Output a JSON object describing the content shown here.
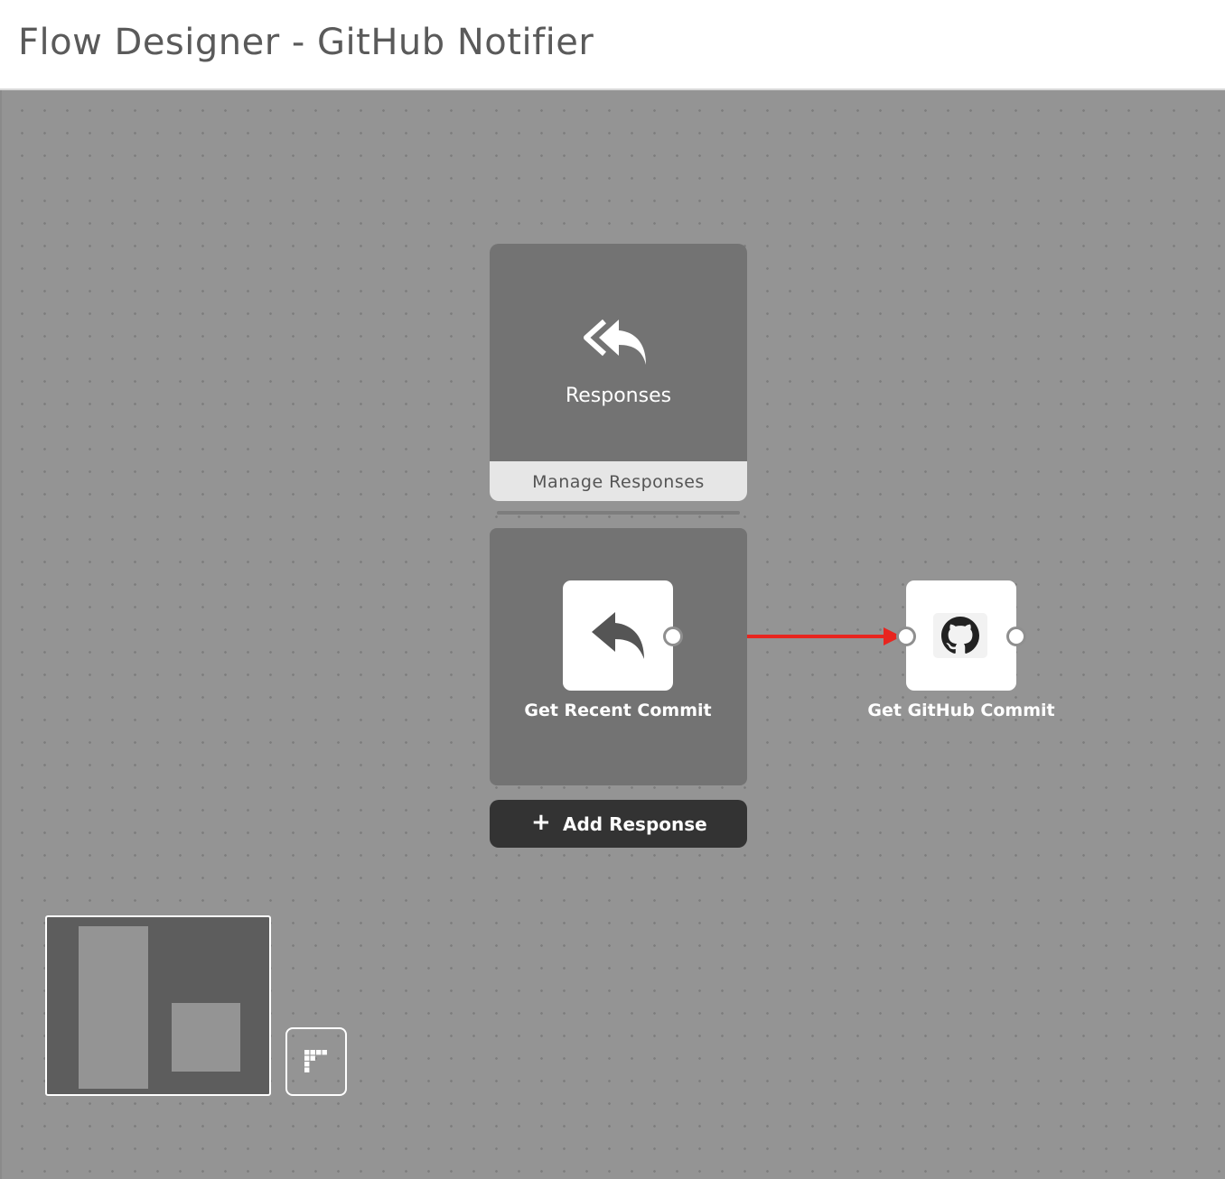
{
  "app": {
    "title": "Flow Designer - GitHub Notifier"
  },
  "responses_panel": {
    "icon": "reply-all-icon",
    "title": "Responses",
    "manage_label": "Manage Responses"
  },
  "nodes": [
    {
      "id": "get-recent-commit",
      "label": "Get Recent Commit",
      "icon": "reply-icon"
    },
    {
      "id": "get-github-commit",
      "label": "Get GitHub Commit",
      "icon": "github-icon"
    }
  ],
  "connection": {
    "from": "Get Recent Commit",
    "to": "Get GitHub Commit",
    "color": "#e8251f"
  },
  "add_response": {
    "icon": "plus-icon",
    "label": "Add Response"
  },
  "minimap": {
    "label": ""
  },
  "toolbar": {
    "auto_layout_icon": "layout-grid-icon"
  },
  "colors": {
    "canvas": "#949494",
    "panel": "#737373",
    "node": "#ffffff",
    "button_dark": "#333333"
  }
}
